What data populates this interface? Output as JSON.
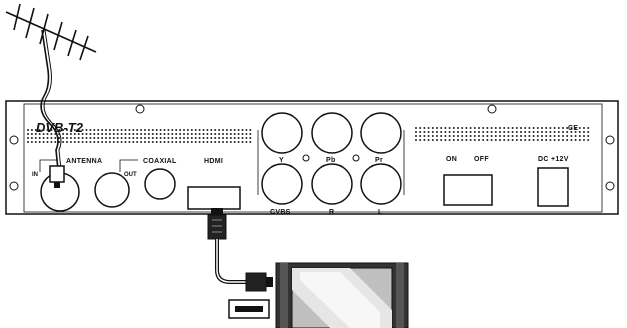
{
  "panel": {
    "brand_logo": "DVB-T2",
    "compliance_marks": "CE"
  },
  "ports": {
    "antenna": "ANTENNA",
    "antenna_in": "IN",
    "antenna_out": "OUT",
    "coaxial": "COAXIAL",
    "hdmi": "HDMI",
    "y": "Y",
    "pb": "Pb",
    "pr": "Pr",
    "cvbs": "CVBS",
    "r": "R",
    "l": "L",
    "on": "ON",
    "off": "OFF",
    "dc": "DC +12V"
  },
  "icons": {
    "antenna": "tv-antenna-icon",
    "tv": "television-icon",
    "hdmi_cable": "hdmi-cable-icon"
  },
  "colors": {
    "line": "#111111",
    "panel_fill": "#ffffff",
    "dots": "#222222",
    "tv_screen": "#9a9a9a"
  }
}
